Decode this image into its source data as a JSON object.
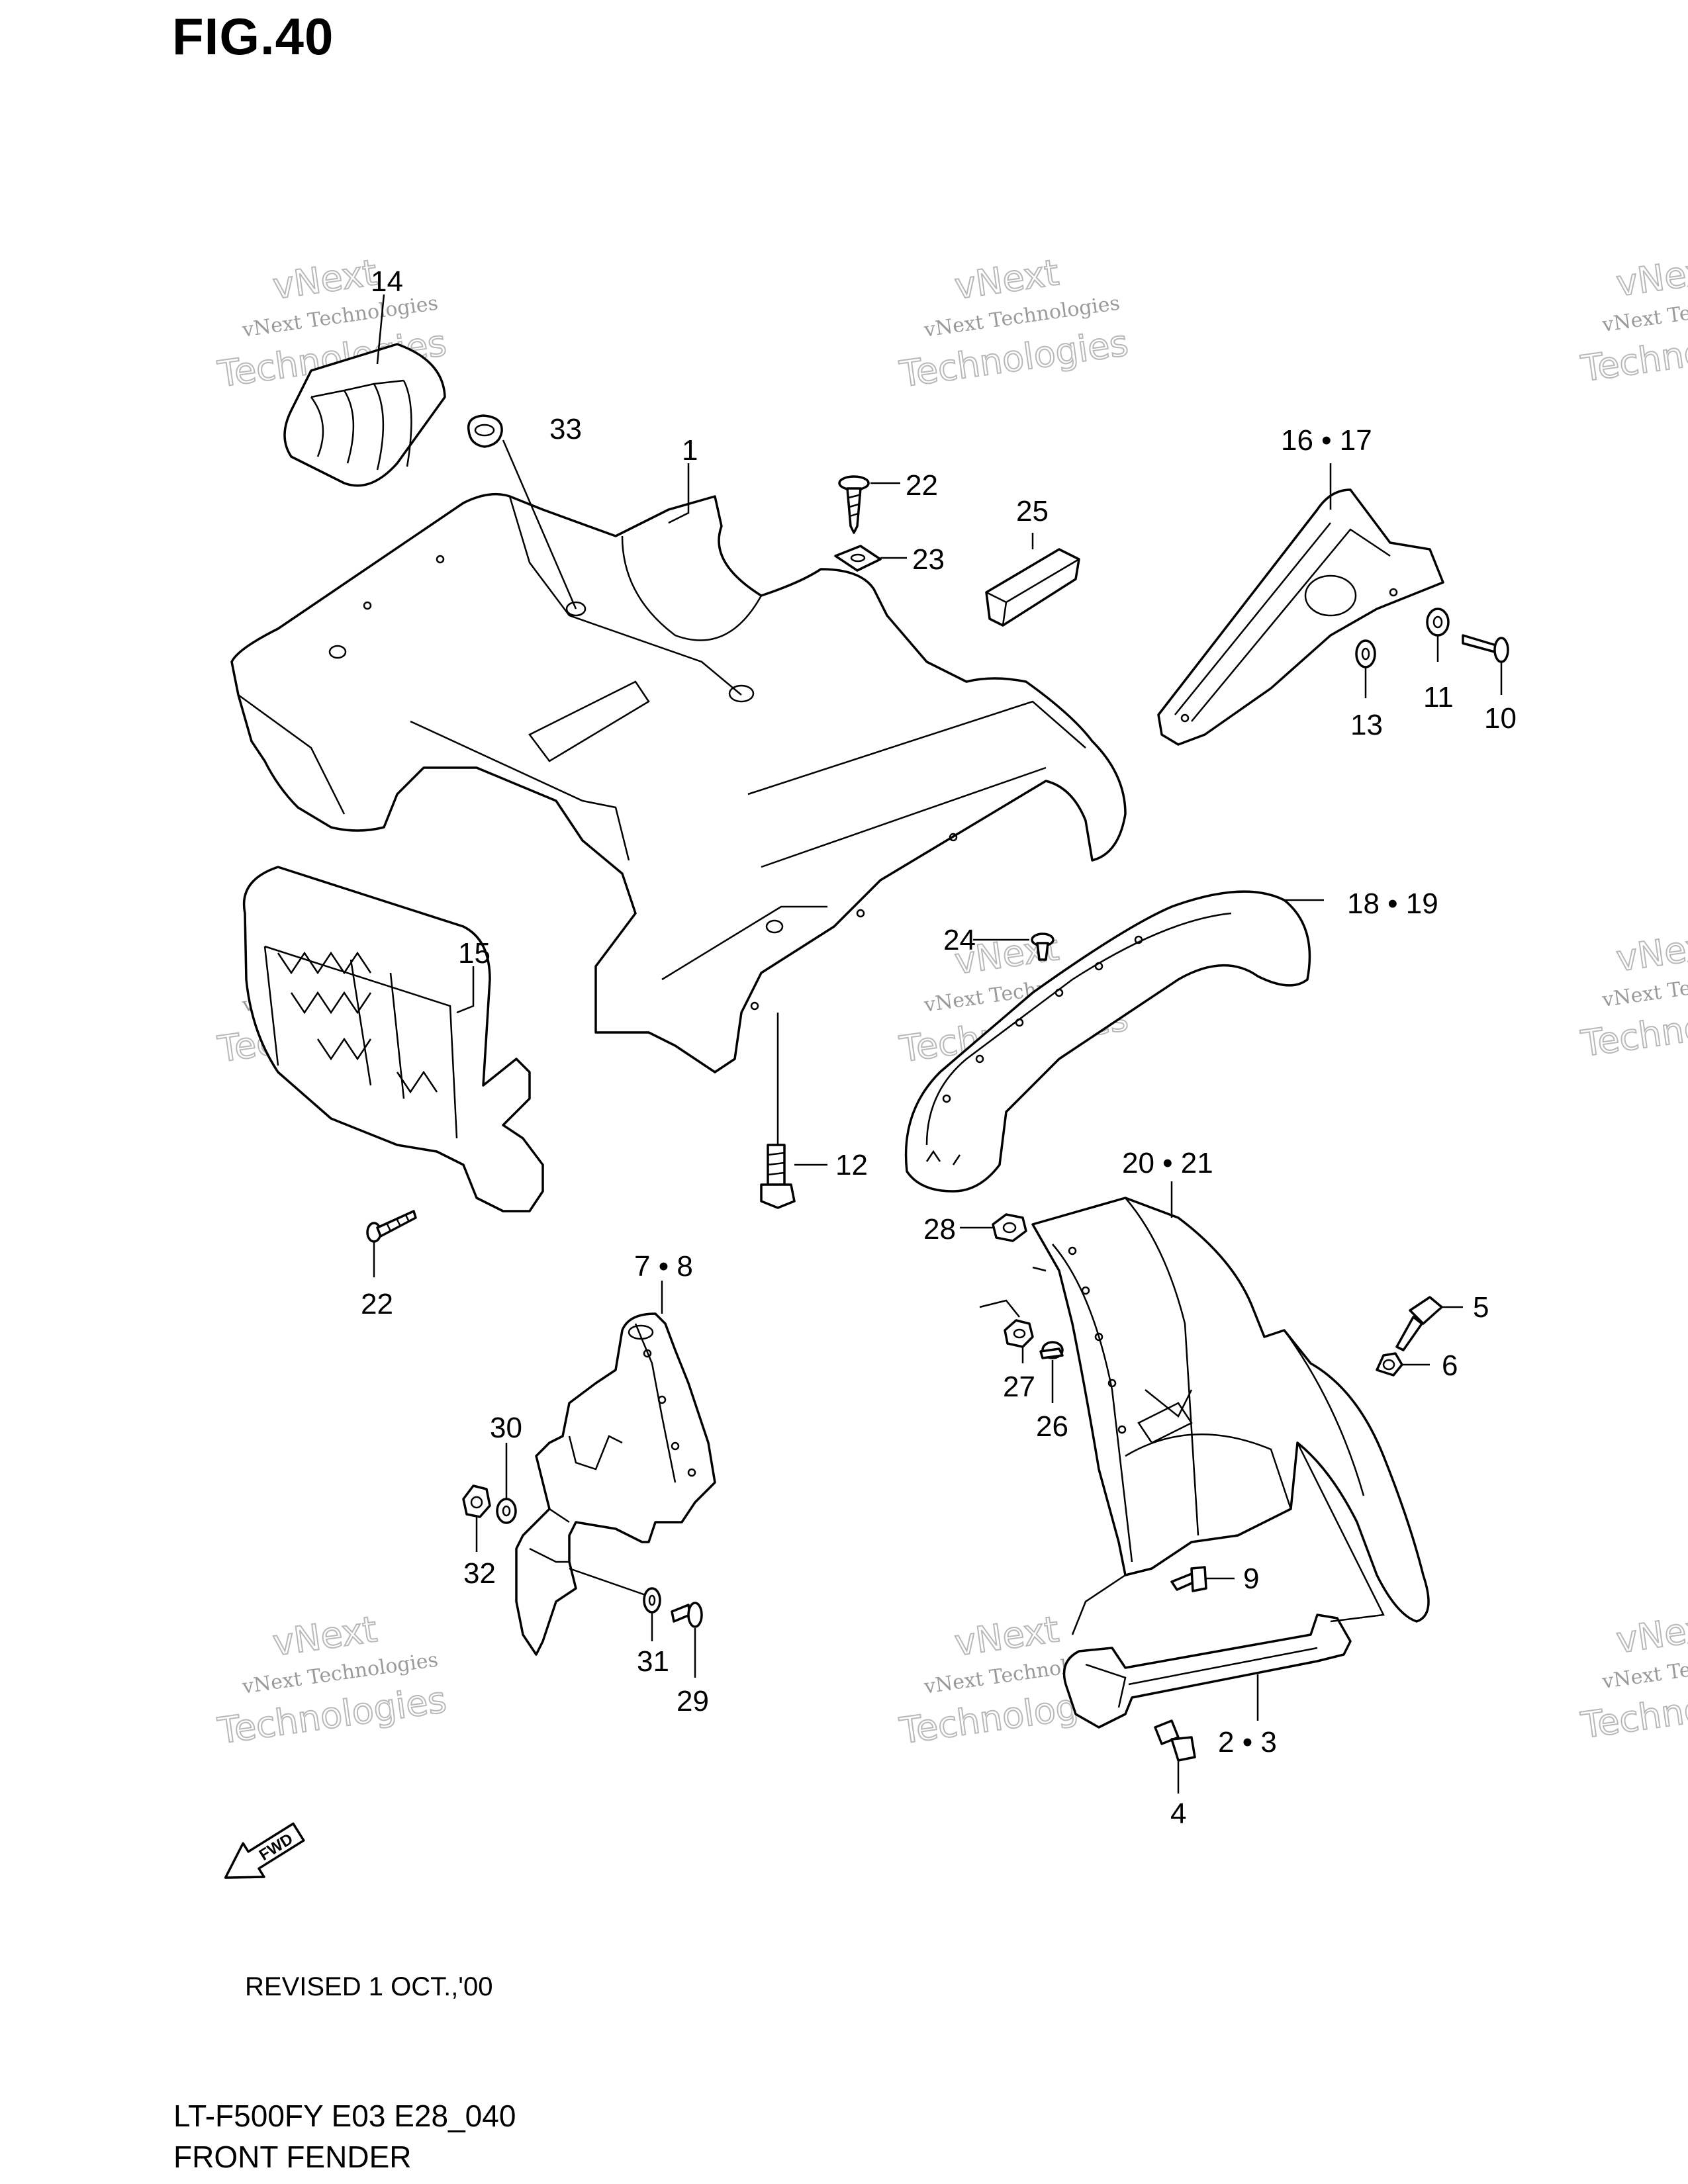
{
  "header": {
    "title": "FIG.40"
  },
  "footer": {
    "revised": "REVISED 1 OCT.,'00",
    "model_code": "LT-F500FY E03 E28_040",
    "part_name": "FRONT FENDER"
  },
  "fwd_label": "FWD",
  "watermark": {
    "line1": "vNext Technologies",
    "line2": "vNext",
    "line3": "Technologies"
  },
  "callouts": {
    "c1": "1",
    "c2_3": "2 • 3",
    "c4": "4",
    "c5": "5",
    "c6": "6",
    "c7_8": "7 • 8",
    "c9": "9",
    "c10": "10",
    "c11": "11",
    "c12": "12",
    "c13": "13",
    "c14": "14",
    "c15": "15",
    "c16_17": "16 • 17",
    "c18_19": "18 • 19",
    "c20_21": "20 • 21",
    "c22a": "22",
    "c22b": "22",
    "c23": "23",
    "c24": "24",
    "c25": "25",
    "c26": "26",
    "c27": "27",
    "c28": "28",
    "c29": "29",
    "c30": "30",
    "c31": "31",
    "c32": "32",
    "c33": "33"
  }
}
